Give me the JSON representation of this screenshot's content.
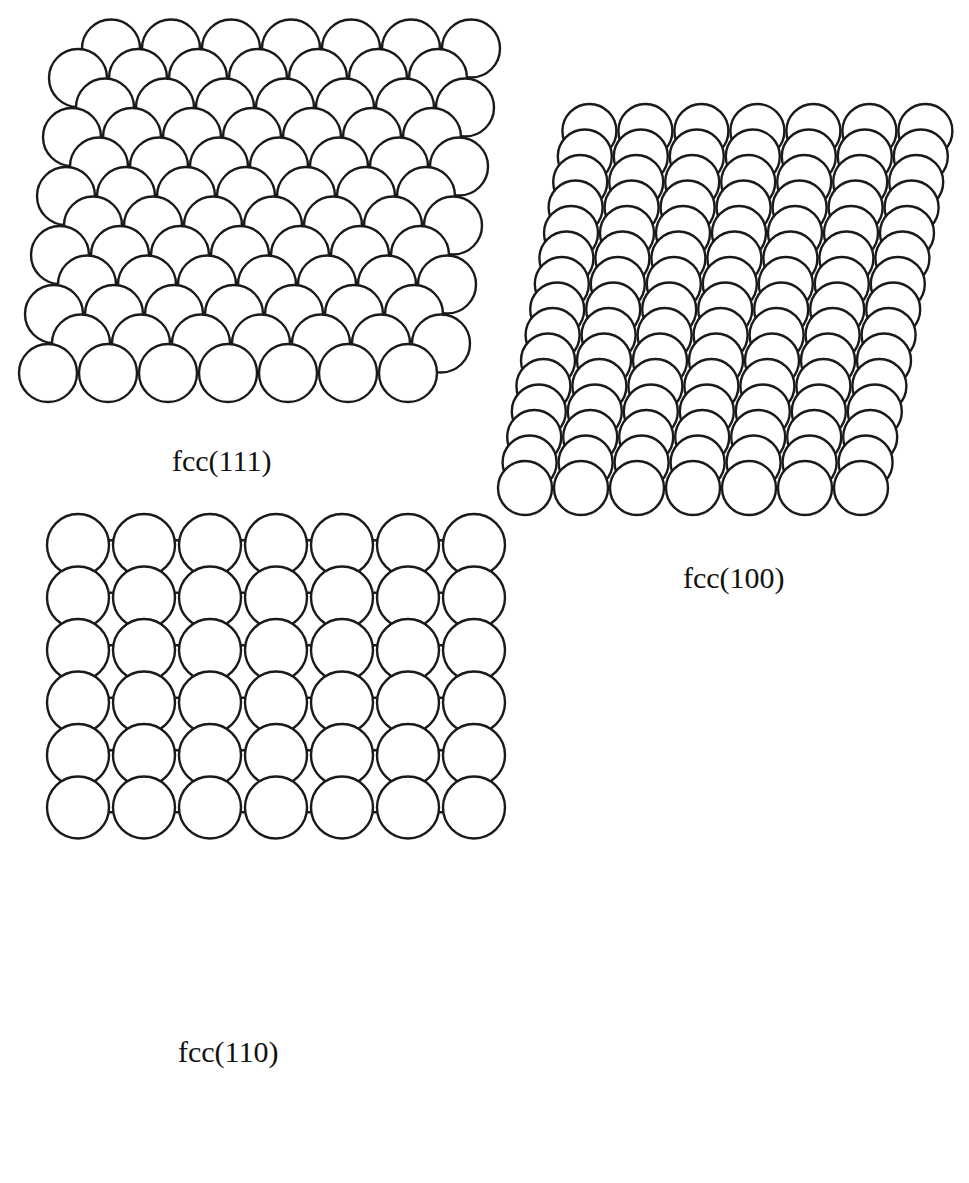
{
  "diagram": {
    "labels": [
      "fcc(111)",
      "fcc(100)",
      "fcc(110)"
    ]
  }
}
